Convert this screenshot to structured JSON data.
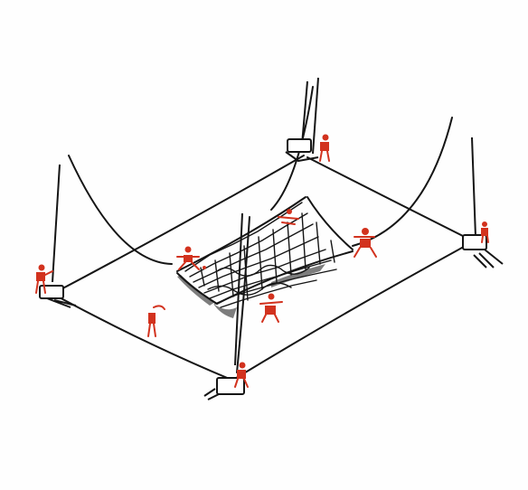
{
  "colors": {
    "paper": "#fefefe",
    "ink": "#151515",
    "figure": "#d2321e"
  },
  "illustration": {
    "posts": [
      "post-north",
      "post-east",
      "post-south",
      "post-west"
    ],
    "figures_count": 10
  }
}
